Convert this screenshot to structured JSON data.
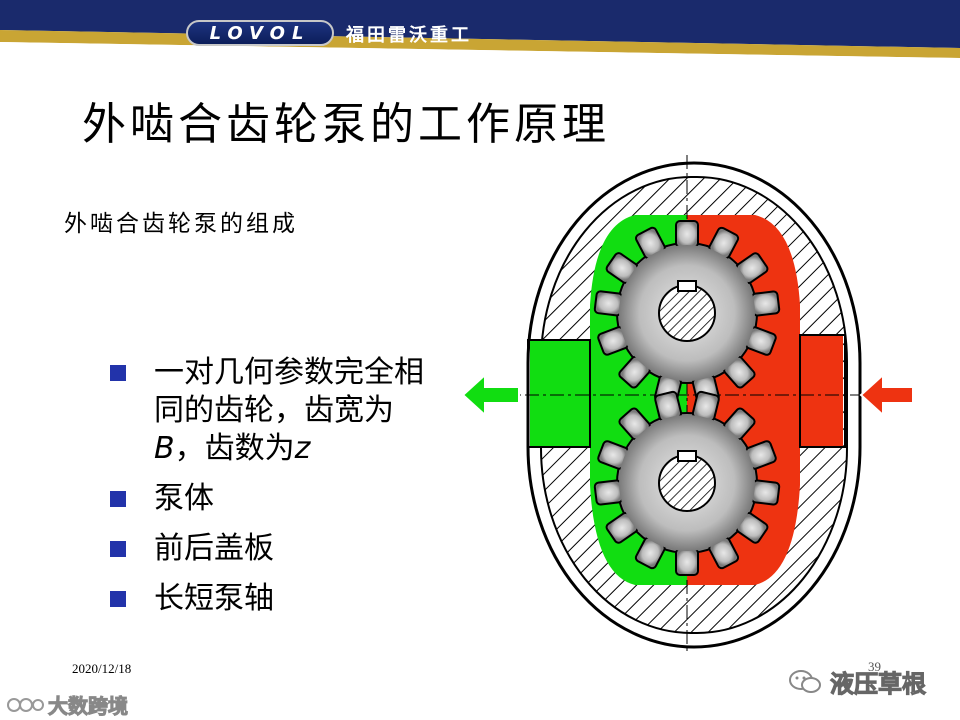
{
  "header": {
    "logo_text": "LOVOL",
    "company_name": "福田雷沃重工",
    "colors": {
      "navy": "#1a2a6c",
      "gold": "#c9a534"
    }
  },
  "slide": {
    "title": "外啮合齿轮泵的工作原理",
    "subtitle": "外啮合齿轮泵的组成",
    "bullets": [
      {
        "parts": [
          "一对几何参数完全相同的齿轮，齿宽为",
          "B",
          "，齿数为",
          "z"
        ]
      },
      {
        "text": "泵体"
      },
      {
        "text": "前后盖板"
      },
      {
        "text": "长短泵轴"
      }
    ],
    "bullet_color": "#2233aa"
  },
  "figure": {
    "colors": {
      "inlet": "#ee3311",
      "outlet": "#11dd11",
      "gear": "#bdbdbd"
    }
  },
  "footer": {
    "date": "2020/12/18",
    "page_number": "39"
  },
  "watermarks": {
    "right_text": "液压草根",
    "left_text": "大数跨境"
  }
}
